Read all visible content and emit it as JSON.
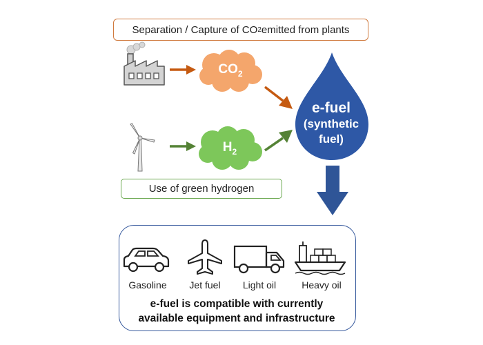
{
  "top_box": {
    "text_before": "Separation / Capture of CO",
    "subscript": "2",
    "text_after": " emitted from plants"
  },
  "co2_cloud": {
    "base": "CO",
    "sub": "2",
    "color": "#f4a66c"
  },
  "h2_cloud": {
    "base": "H",
    "sub": "2",
    "color": "#7dc75a"
  },
  "green_box": {
    "text": "Use of green hydrogen"
  },
  "drop": {
    "title": "e-fuel",
    "subtitle_line1": "(synthetic",
    "subtitle_line2": "fuel)",
    "color": "#2e58a6"
  },
  "vehicles": [
    {
      "label": "Gasoline",
      "icon": "car-icon"
    },
    {
      "label": "Jet fuel",
      "icon": "airplane-icon"
    },
    {
      "label": "Light oil",
      "icon": "truck-icon"
    },
    {
      "label": "Heavy oil",
      "icon": "ship-icon"
    }
  ],
  "compat": {
    "line1": "e-fuel is compatible with currently",
    "line2": "available equipment and infrastructure"
  },
  "colors": {
    "orange_arrow": "#c55a11",
    "green_arrow": "#548235",
    "blue_arrow": "#2f5597",
    "panel_border": "#35589c"
  }
}
